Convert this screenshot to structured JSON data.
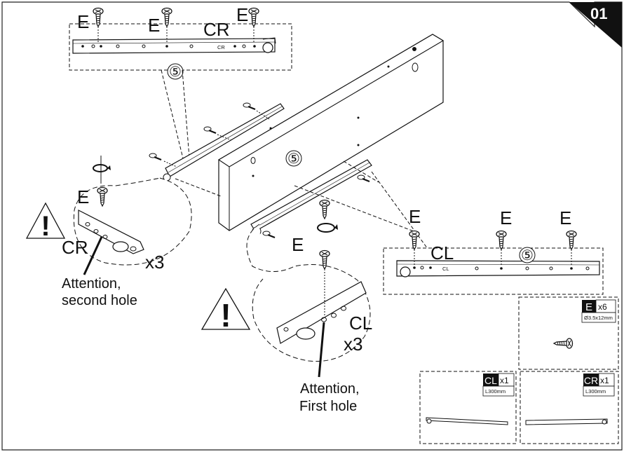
{
  "step_number": "01",
  "labels": {
    "screw_e": "E",
    "rail_cr": "CR",
    "rail_cl": "CL",
    "part_number": "⑤",
    "qty_x3": "x3",
    "warning_mark": "!",
    "attention_second_line1": "Attention,",
    "attention_second_line2": "second hole",
    "attention_first_line1": "Attention,",
    "attention_first_line2": "First hole",
    "rail_text_cr": "CR",
    "rail_text_cl": "CL"
  },
  "parts": {
    "e": {
      "code": "E",
      "qty": "x6",
      "spec": "Ø3.5x12mm"
    },
    "cl": {
      "code": "CL",
      "qty": "x1",
      "spec": "L300mm"
    },
    "cr": {
      "code": "CR",
      "qty": "x1",
      "spec": "L300mm"
    }
  }
}
